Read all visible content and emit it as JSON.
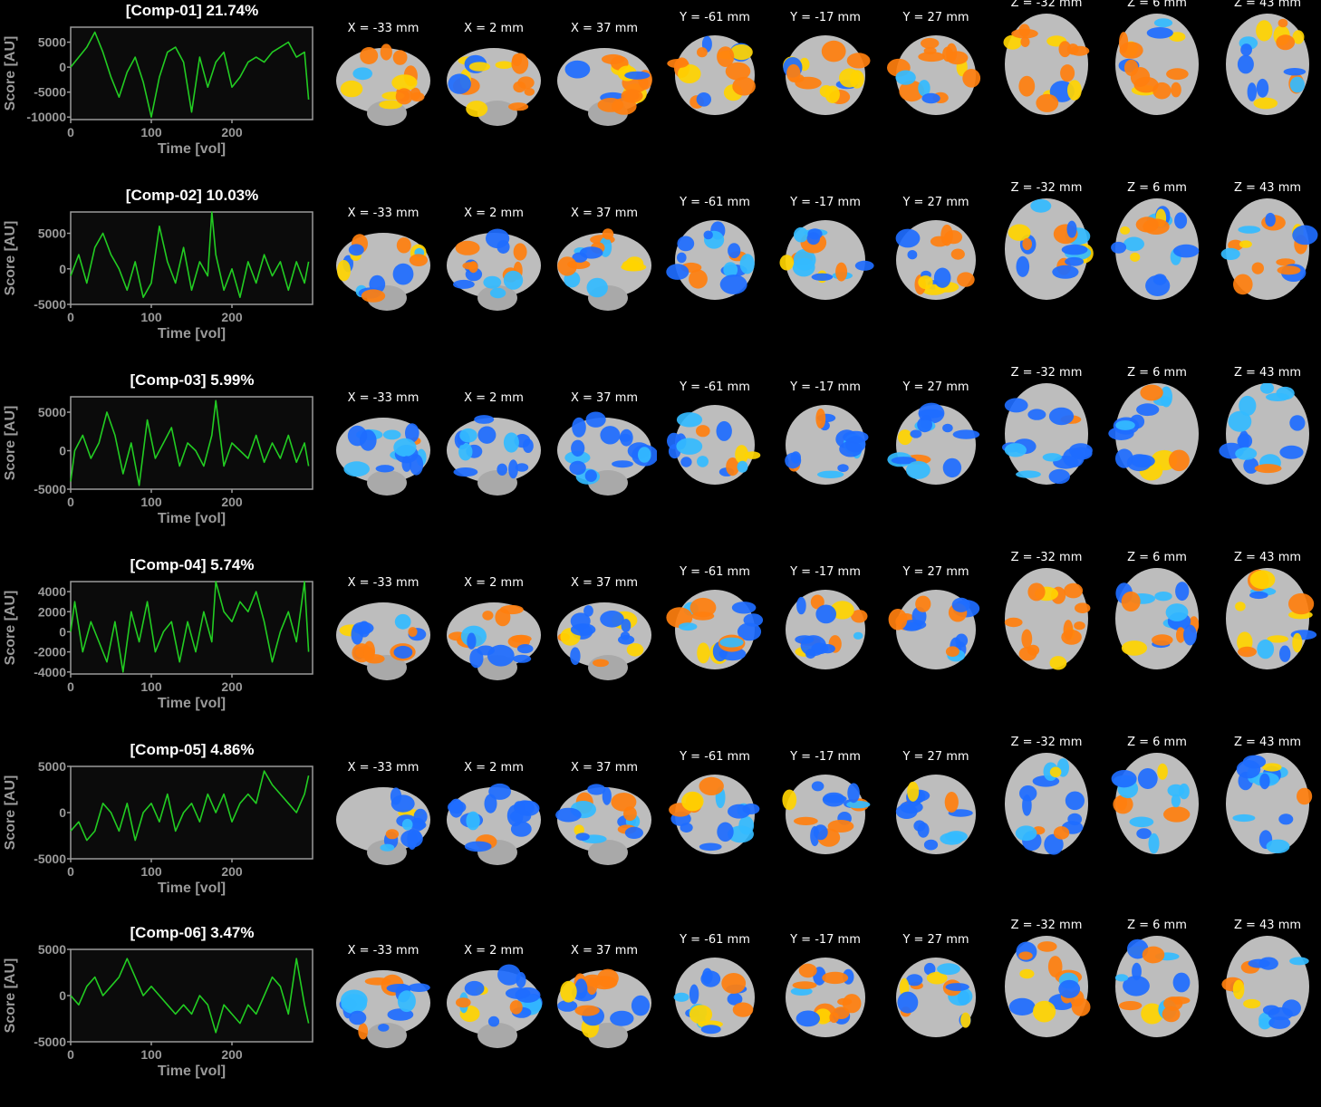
{
  "colors": {
    "background": "#000000",
    "trace": "#22cc22",
    "axis": "#9a9a9a",
    "positive": "#ff7f0e",
    "positive_peak": "#ffd400",
    "negative": "#1e6cff",
    "negative_peak": "#33bbff",
    "brain": "#bdbdbd"
  },
  "slice_views": [
    {
      "label": "X = -33 mm",
      "view": "sagittal"
    },
    {
      "label": "X = 2 mm",
      "view": "sagittal"
    },
    {
      "label": "X = 37 mm",
      "view": "sagittal"
    },
    {
      "label": "Y = -61 mm",
      "view": "coronal"
    },
    {
      "label": "Y = -17 mm",
      "view": "coronal"
    },
    {
      "label": "Y = 27 mm",
      "view": "coronal"
    },
    {
      "label": "Z = -32 mm",
      "view": "axial"
    },
    {
      "label": "Z = 6 mm",
      "view": "axial"
    },
    {
      "label": "Z = 43 mm",
      "view": "axial"
    }
  ],
  "chart_data": [
    {
      "type": "line",
      "title": "[Comp-01] 21.74%",
      "xlabel": "Time [vol]",
      "ylabel": "Score [AU]",
      "xlim": [
        0,
        300
      ],
      "ylim": [
        -10500,
        8000
      ],
      "xticks": [
        0,
        100,
        200
      ],
      "xtick_labels": [
        "0",
        "100",
        "200"
      ],
      "yticks": [
        -10000,
        -5000,
        0,
        5000
      ],
      "ytick_labels": [
        "-10000",
        "-5000",
        "0",
        "5000"
      ],
      "series": [
        {
          "x": [
            0,
            10,
            20,
            30,
            40,
            50,
            60,
            70,
            80,
            90,
            100,
            110,
            120,
            130,
            140,
            150,
            160,
            170,
            180,
            190,
            200,
            210,
            220,
            230,
            240,
            250,
            260,
            270,
            280,
            290,
            295
          ],
          "values": [
            0,
            2000,
            4000,
            7000,
            3000,
            -2000,
            -6000,
            -1000,
            2000,
            -3000,
            -10000,
            -2000,
            3000,
            4000,
            1000,
            -9000,
            2000,
            -4000,
            1000,
            3000,
            -4000,
            -2000,
            1000,
            2000,
            1000,
            3000,
            4000,
            5000,
            2000,
            3000,
            -6500
          ]
        }
      ]
    },
    {
      "type": "line",
      "title": "[Comp-02] 10.03%",
      "xlabel": "Time [vol]",
      "ylabel": "Score [AU]",
      "xlim": [
        0,
        300
      ],
      "ylim": [
        -5000,
        8000
      ],
      "xticks": [
        0,
        100,
        200
      ],
      "xtick_labels": [
        "0",
        "100",
        "200"
      ],
      "yticks": [
        -5000,
        0,
        5000
      ],
      "ytick_labels": [
        "-5000",
        "0",
        "5000"
      ],
      "series": [
        {
          "x": [
            0,
            10,
            20,
            30,
            40,
            50,
            60,
            70,
            80,
            90,
            100,
            110,
            120,
            130,
            140,
            150,
            160,
            170,
            175,
            180,
            190,
            200,
            210,
            220,
            230,
            240,
            250,
            260,
            270,
            280,
            290,
            295
          ],
          "values": [
            -1000,
            2000,
            -2000,
            3000,
            5000,
            2000,
            0,
            -3000,
            1000,
            -4000,
            -2000,
            6000,
            1000,
            -2000,
            3000,
            -3000,
            1000,
            -1000,
            8000,
            2000,
            -3000,
            0,
            -4000,
            1000,
            -2000,
            2000,
            -1000,
            1000,
            -3000,
            1000,
            -2000,
            1000
          ]
        }
      ]
    },
    {
      "type": "line",
      "title": "[Comp-03] 5.99%",
      "xlabel": "Time [vol]",
      "ylabel": "Score [AU]",
      "xlim": [
        0,
        300
      ],
      "ylim": [
        -5000,
        7000
      ],
      "xticks": [
        0,
        100,
        200
      ],
      "xtick_labels": [
        "0",
        "100",
        "200"
      ],
      "yticks": [
        -5000,
        0,
        5000
      ],
      "ytick_labels": [
        "-5000",
        "0",
        "5000"
      ],
      "series": [
        {
          "x": [
            0,
            5,
            15,
            25,
            35,
            45,
            55,
            65,
            75,
            85,
            95,
            105,
            115,
            125,
            135,
            145,
            155,
            165,
            175,
            180,
            190,
            200,
            210,
            220,
            230,
            240,
            250,
            260,
            270,
            280,
            290,
            295
          ],
          "values": [
            -4000,
            0,
            2000,
            -1000,
            1000,
            5000,
            2000,
            -3000,
            1000,
            -4500,
            4000,
            -1000,
            1000,
            3000,
            -2000,
            1000,
            0,
            -2000,
            2000,
            6500,
            -2000,
            1000,
            0,
            -1000,
            2000,
            -1500,
            1000,
            -1000,
            2000,
            -1500,
            1000,
            -2000
          ]
        }
      ]
    },
    {
      "type": "line",
      "title": "[Comp-04] 5.74%",
      "xlabel": "Time [vol]",
      "ylabel": "Score [AU]",
      "xlim": [
        0,
        300
      ],
      "ylim": [
        -4200,
        5000
      ],
      "xticks": [
        0,
        100,
        200
      ],
      "xtick_labels": [
        "0",
        "100",
        "200"
      ],
      "yticks": [
        -4000,
        -2000,
        0,
        2000,
        4000
      ],
      "ytick_labels": [
        "-4000",
        "-2000",
        "0",
        "2000",
        "4000"
      ],
      "series": [
        {
          "x": [
            0,
            5,
            15,
            25,
            35,
            45,
            55,
            65,
            75,
            85,
            95,
            105,
            115,
            125,
            135,
            145,
            155,
            165,
            175,
            180,
            190,
            200,
            210,
            220,
            230,
            240,
            250,
            260,
            270,
            280,
            290,
            295
          ],
          "values": [
            0,
            3000,
            -2000,
            1000,
            -1000,
            -3000,
            1000,
            -4000,
            2000,
            -1000,
            3000,
            -2000,
            0,
            1000,
            -3000,
            1000,
            -2000,
            2000,
            -1000,
            5000,
            2000,
            1000,
            3000,
            2000,
            4000,
            1000,
            -3000,
            0,
            2000,
            -1000,
            5000,
            -2000
          ]
        }
      ]
    },
    {
      "type": "line",
      "title": "[Comp-05] 4.86%",
      "xlabel": "Time [vol]",
      "ylabel": "Score [AU]",
      "xlim": [
        0,
        300
      ],
      "ylim": [
        -5000,
        5000
      ],
      "xticks": [
        0,
        100,
        200
      ],
      "xtick_labels": [
        "0",
        "100",
        "200"
      ],
      "yticks": [
        -5000,
        0,
        5000
      ],
      "ytick_labels": [
        "-5000",
        "0",
        "5000"
      ],
      "series": [
        {
          "x": [
            0,
            10,
            20,
            30,
            40,
            50,
            60,
            70,
            80,
            90,
            100,
            110,
            120,
            130,
            140,
            150,
            160,
            170,
            180,
            190,
            200,
            210,
            220,
            230,
            240,
            250,
            260,
            270,
            280,
            290,
            295
          ],
          "values": [
            -2000,
            -1000,
            -3000,
            -2000,
            1000,
            0,
            -2000,
            1000,
            -3000,
            0,
            1000,
            -1000,
            2000,
            -2000,
            0,
            1000,
            -1000,
            2000,
            0,
            2000,
            -1000,
            1000,
            2000,
            1000,
            4500,
            3000,
            2000,
            1000,
            0,
            2000,
            4000
          ]
        }
      ]
    },
    {
      "type": "line",
      "title": "[Comp-06] 3.47%",
      "xlabel": "Time [vol]",
      "ylabel": "Score [AU]",
      "xlim": [
        0,
        300
      ],
      "ylim": [
        -5000,
        5000
      ],
      "xticks": [
        0,
        100,
        200
      ],
      "xtick_labels": [
        "0",
        "100",
        "200"
      ],
      "yticks": [
        -5000,
        0,
        5000
      ],
      "ytick_labels": [
        "-5000",
        "0",
        "5000"
      ],
      "series": [
        {
          "x": [
            0,
            10,
            20,
            30,
            40,
            50,
            60,
            70,
            80,
            90,
            100,
            110,
            120,
            130,
            140,
            150,
            160,
            170,
            180,
            190,
            200,
            210,
            220,
            230,
            240,
            250,
            260,
            270,
            280,
            290,
            295
          ],
          "values": [
            0,
            -1000,
            1000,
            2000,
            0,
            1000,
            2000,
            4000,
            2000,
            0,
            1000,
            0,
            -1000,
            -2000,
            -1000,
            -2000,
            0,
            -1000,
            -4000,
            -1000,
            -2000,
            -3000,
            -1000,
            -2000,
            0,
            2000,
            1000,
            -2000,
            4000,
            -1000,
            -3000
          ]
        }
      ]
    }
  ]
}
